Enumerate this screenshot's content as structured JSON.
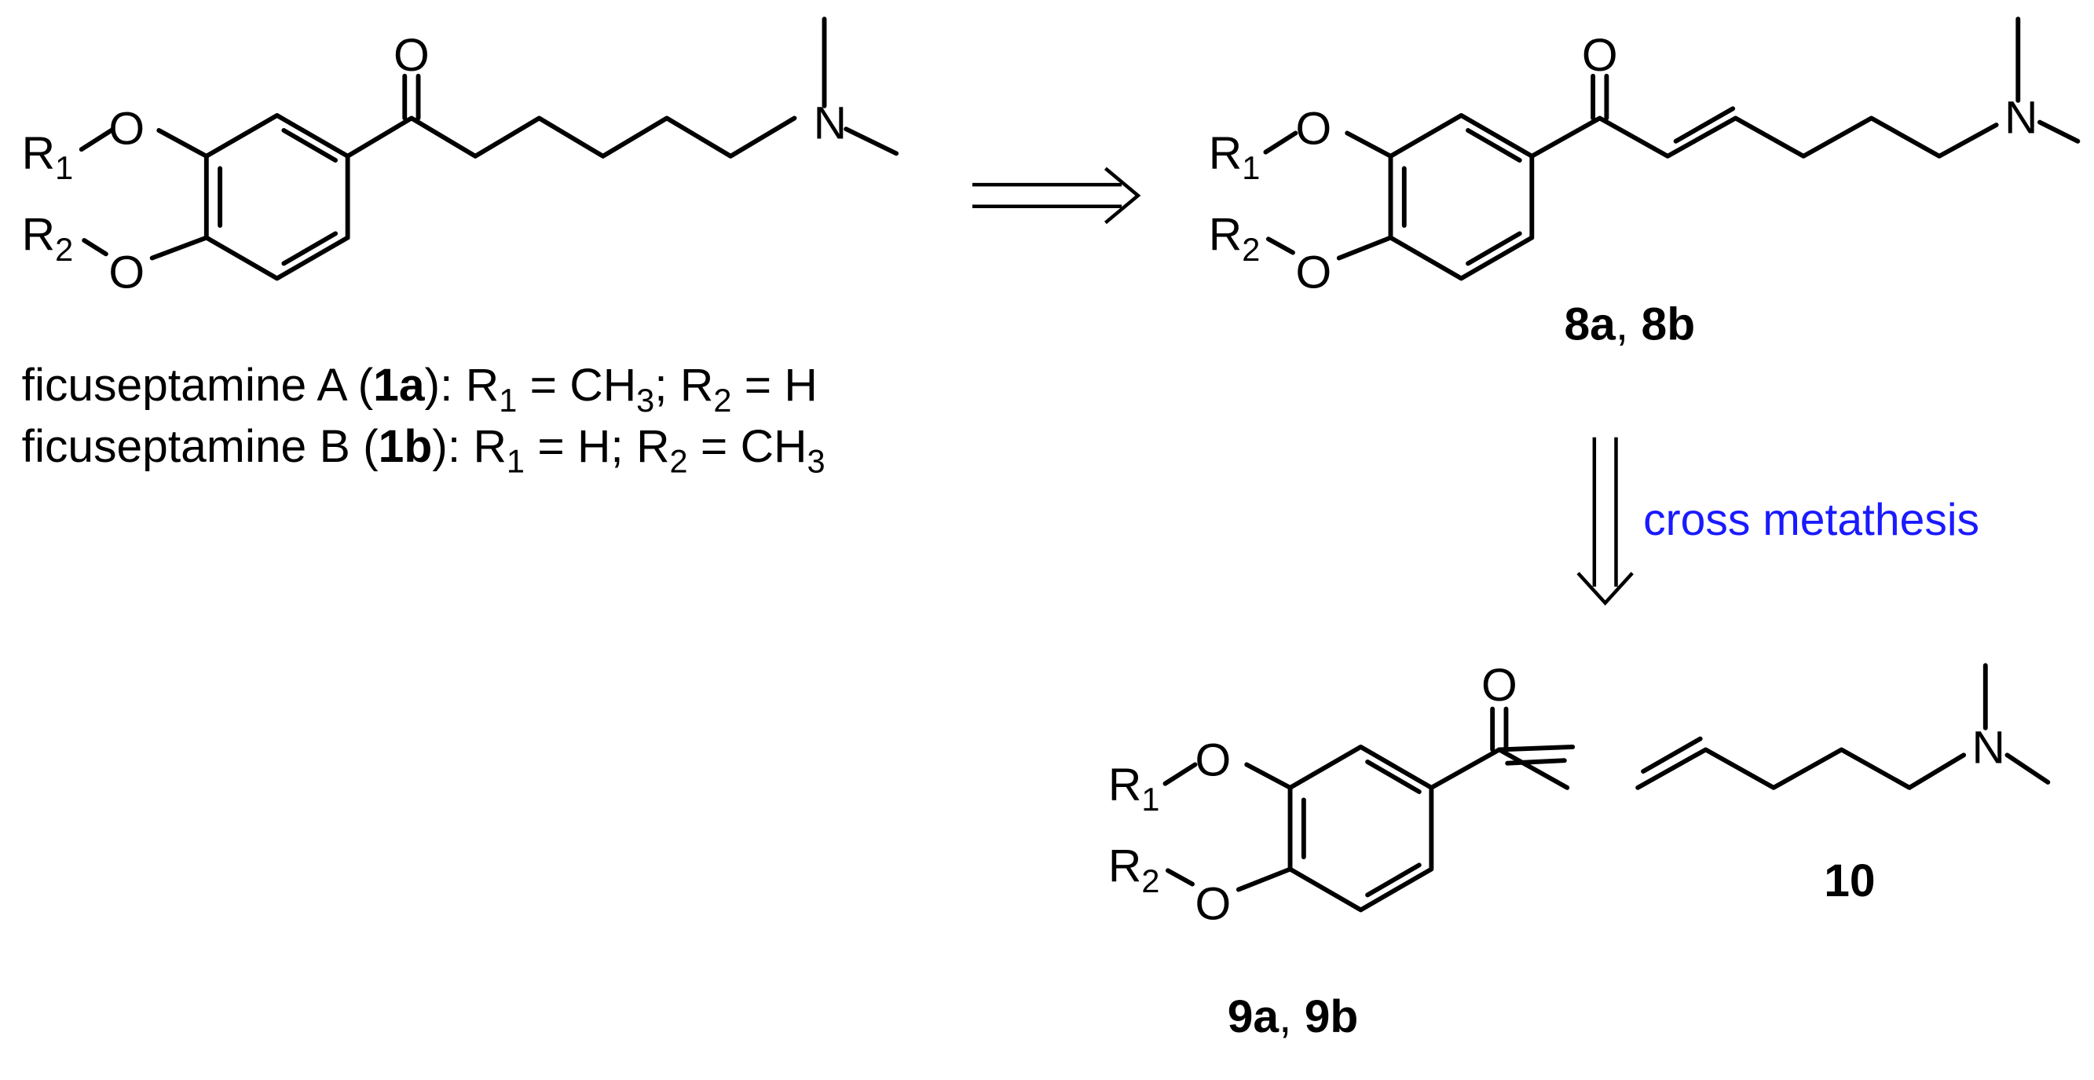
{
  "atoms": {
    "O": "O",
    "N": "N",
    "R": "R",
    "one": "1",
    "two": "2"
  },
  "compound_1": {
    "line_a": {
      "prefix": "ficuseptamine A (",
      "id": "1a",
      "middle": "): R",
      "s1": "1",
      "eq1": " = CH",
      "s3": "3",
      "mid2": "; R",
      "s2": "2",
      "end": " = H"
    },
    "line_b": {
      "prefix": "ficuseptamine B (",
      "id": "1b",
      "middle": "): R",
      "s1": "1",
      "eq1": " = H; R",
      "s2": "2",
      "eq2": " = CH",
      "s3": "3"
    }
  },
  "compound_8": {
    "a": "8a",
    "sep": ", ",
    "b": "8b"
  },
  "compound_9": {
    "a": "9a",
    "sep": ", ",
    "b": "9b"
  },
  "compound_10": {
    "label": "10"
  },
  "step_label": "cross metathesis",
  "colors": {
    "step_label": "#1a1aff",
    "bonds": "#000000"
  }
}
